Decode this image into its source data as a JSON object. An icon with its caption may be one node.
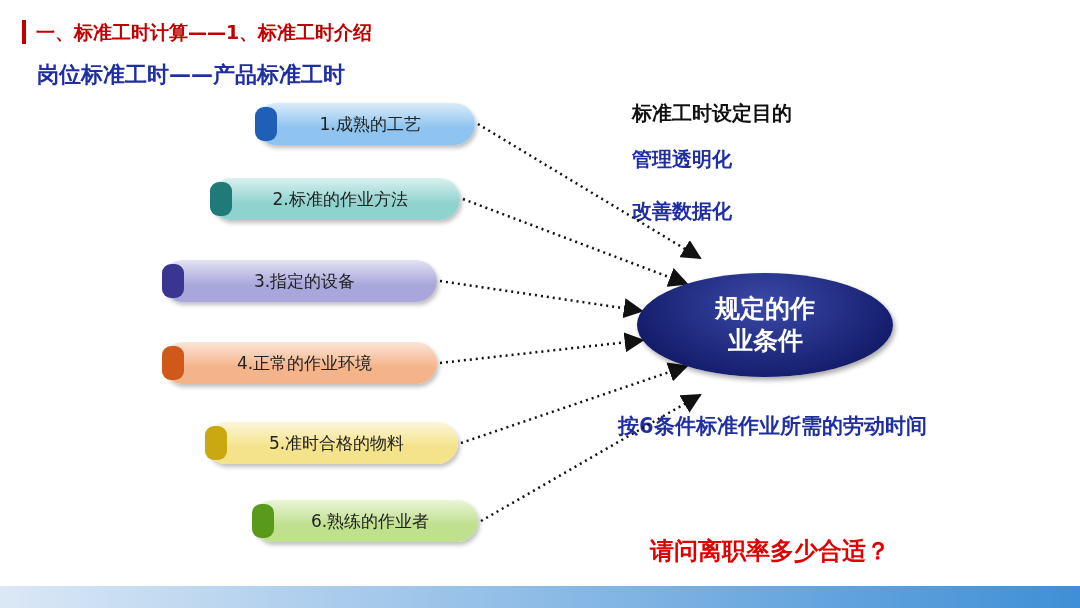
{
  "diagram": {
    "title": "一、标准工时计算——1、标准工时介绍",
    "nodes": [
      {
        "text": [
          "1.成熟的工艺"
        ]
      },
      {
        "text": [
          "2.标准的作业方法"
        ]
      },
      {
        "text": [
          "3.指定的设备"
        ]
      },
      {
        "text": [
          "4.正常的作业环境"
        ]
      },
      {
        "text": [
          "5.准时合格的物料"
        ]
      },
      {
        "text": [
          "6.熟练的作业者"
        ]
      },
      {
        "text": [
          "规定的作业条件"
        ]
      }
    ],
    "edges": [
      {
        "from": 0,
        "to": 6,
        "arrow": "to",
        "style": "dashed"
      },
      {
        "from": 1,
        "to": 6,
        "arrow": "to",
        "style": "dashed"
      },
      {
        "from": 2,
        "to": 6,
        "arrow": "to",
        "style": "dashed"
      },
      {
        "from": 3,
        "to": 6,
        "arrow": "to",
        "style": "dashed"
      },
      {
        "from": 4,
        "to": 6,
        "arrow": "to",
        "style": "dashed"
      },
      {
        "from": 5,
        "to": 6,
        "arrow": "to",
        "style": "dashed"
      }
    ],
    "labels": [
      "岗位标准工时——产品标准工时",
      "标准工时设定目的",
      "管理透明化",
      "改善数据化",
      "按6条件标准作业所需的劳动时间",
      "请问离职率多少合适？"
    ]
  }
}
